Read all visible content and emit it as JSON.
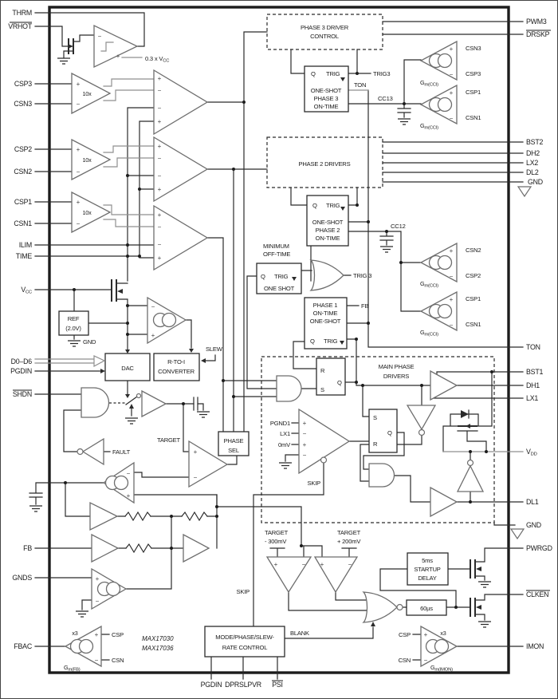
{
  "pins": {
    "left": [
      {
        "l": "THRM",
        "ov": false
      },
      {
        "l": "VRHOT",
        "ov": true
      },
      {
        "l": "CSP3"
      },
      {
        "l": "CSN3"
      },
      {
        "l": "CSP2"
      },
      {
        "l": "CSN2"
      },
      {
        "l": "CSP1"
      },
      {
        "l": "CSN1"
      },
      {
        "l": "ILIM"
      },
      {
        "l": "TIME"
      },
      {
        "l": "VCC",
        "m": "V",
        "s": "CC"
      },
      {
        "l": "D0–D6"
      },
      {
        "l": "PGDIN"
      },
      {
        "l": "SHDN",
        "ov": true
      },
      {
        "l": "FB"
      },
      {
        "l": "GNDS"
      },
      {
        "l": "FBAC"
      }
    ],
    "right": [
      {
        "l": "PWM3"
      },
      {
        "l": "DRSKP",
        "ov": true
      },
      {
        "l": "BST2"
      },
      {
        "l": "DH2"
      },
      {
        "l": "LX2"
      },
      {
        "l": "DL2"
      },
      {
        "l": "GND"
      },
      {
        "l": "TON"
      },
      {
        "l": "BST1"
      },
      {
        "l": "DH1"
      },
      {
        "l": "LX1"
      },
      {
        "l": "VDD",
        "m": "V",
        "s": "DD"
      },
      {
        "l": "DL1"
      },
      {
        "l": "GND"
      },
      {
        "l": "PWRGD"
      },
      {
        "l": "CLKEN",
        "ov": true
      },
      {
        "l": "IMON"
      }
    ],
    "bottom": [
      {
        "l": "PGDIN"
      },
      {
        "l": "DPRSLPVR"
      },
      {
        "l": "PSI",
        "ov": true
      }
    ]
  },
  "blocks": {
    "phase3_control": {
      "l1": "PHASE 3 DRIVER",
      "l2": "CONTROL"
    },
    "os3": {
      "q": "Q",
      "trig": "TRIG",
      "l1": "ONE-SHOT",
      "l2": "PHASE 3",
      "l3": "ON-TIME"
    },
    "phase2_drivers": {
      "l1": "PHASE 2 DRIVERS"
    },
    "os2": {
      "q": "Q",
      "trig": "TRIG",
      "l1": "ONE-SHOT",
      "l2": "PHASE 2",
      "l3": "ON-TIME"
    },
    "minoff": {
      "t1": "MINIMUM",
      "t2": "OFF-TIME",
      "q": "Q",
      "trig": "TRIG",
      "l1": "ONE SHOT"
    },
    "os1": {
      "l1": "PHASE 1",
      "l2": "ON-TIME",
      "l3": "ONE-SHOT",
      "q": "Q",
      "trig": "TRIG"
    },
    "main_drivers": {
      "l1": "MAIN PHASE",
      "l2": "DRIVERS"
    },
    "rs1": {
      "r": "R",
      "s": "S",
      "q": "Q"
    },
    "rs2": {
      "s": "S",
      "r": "R",
      "q": "Q"
    },
    "ref": {
      "l1": "REF",
      "l2": "(2.0V)"
    },
    "dac": {
      "l1": "DAC"
    },
    "rtoi": {
      "l1": "R-TO-I",
      "l2": "CONVERTER"
    },
    "phase_sel": {
      "l1": "PHASE",
      "l2": "SEL"
    },
    "mode": {
      "l1": "MODE/PHASE/SLEW-",
      "l2": "RATE CONTROL"
    },
    "startup": {
      "l1": "5ms",
      "l2": "STARTUP",
      "l3": "DELAY"
    },
    "t60": {
      "l1": "60µs"
    }
  },
  "nets": {
    "thr": {
      "m": "0.3 x V",
      "s": "CC"
    },
    "trig3": "TRIG3",
    "ton": "TON",
    "cc13": "CC13",
    "cc12": "CC12",
    "trig_3": "TRIG 3",
    "fb": "FB",
    "slew": "SLEW",
    "gnd": "GND",
    "target": "TARGET",
    "fault": "FAULT",
    "skip": "SKIP",
    "blank": "BLANK",
    "pgnd1": "PGND1",
    "lx1": "LX1",
    "mv0": "0mV",
    "tm1": "TARGET",
    "tm2": "- 300mV",
    "tp1": "TARGET",
    "tp2": "+ 200mV",
    "csn3": "CSN3",
    "csp3": "CSP3",
    "csp1": "CSP1",
    "csn1": "CSN1",
    "csn2": "CSN2",
    "csp2": "CSP2",
    "csp": "CSP",
    "csn": "CSN"
  },
  "amps": {
    "gain": "10x",
    "x3": "x3",
    "gm": "G",
    "cci": "m(CCI)",
    "fbs": "m(FB)",
    "imon": "m(IMON)"
  },
  "sym": {
    "p": "+",
    "m": "−"
  },
  "parts": {
    "p1": "MAX17030",
    "p2": "MAX17036"
  }
}
